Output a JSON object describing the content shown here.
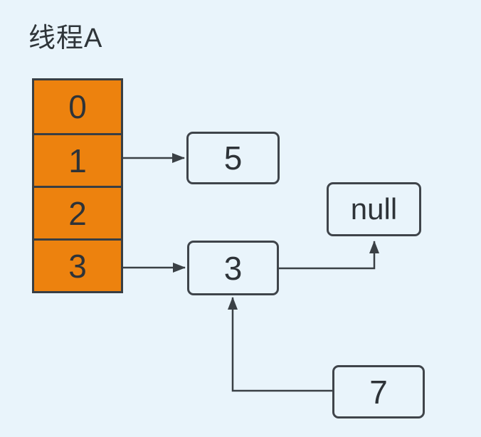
{
  "title": "线程A",
  "colors": {
    "background": "#E9F4FB",
    "array_cell_fill": "#ED820E",
    "stroke": "#3A4045",
    "text": "#2E3338"
  },
  "array": {
    "name": "thread-a-slot-array",
    "cells": [
      "0",
      "1",
      "2",
      "3"
    ]
  },
  "nodes": [
    {
      "id": "node-5",
      "label": "5"
    },
    {
      "id": "node-null",
      "label": "null"
    },
    {
      "id": "node-3",
      "label": "3"
    },
    {
      "id": "node-7",
      "label": "7"
    }
  ],
  "edges": [
    {
      "from": "array-cell-1",
      "to": "node-5"
    },
    {
      "from": "array-cell-3",
      "to": "node-3"
    },
    {
      "from": "node-3",
      "to": "node-null"
    },
    {
      "from": "node-7",
      "to": "node-3"
    }
  ]
}
